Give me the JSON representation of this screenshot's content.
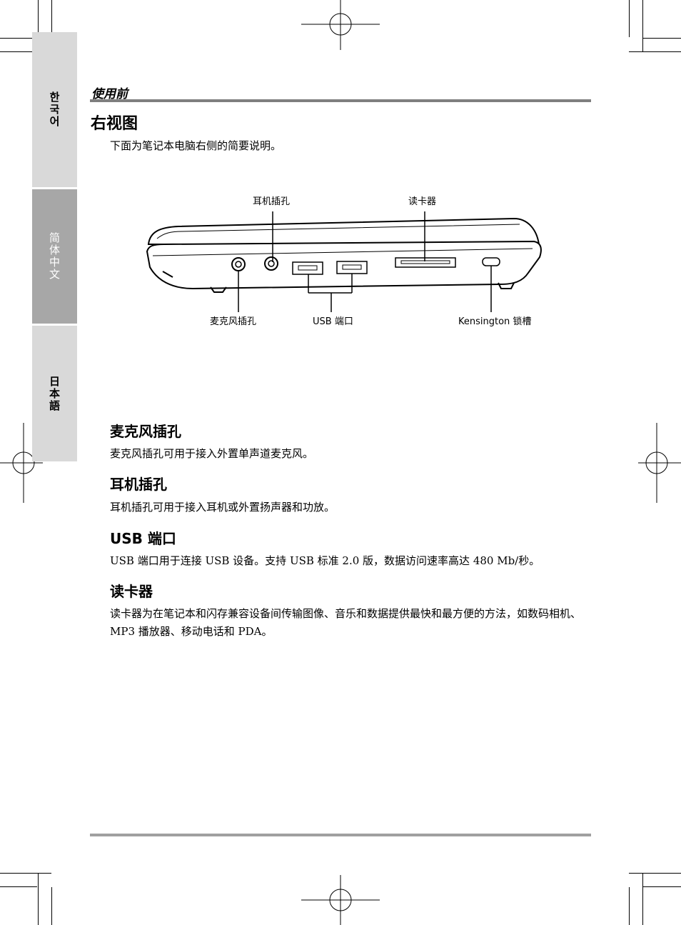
{
  "side_tabs": [
    {
      "label": "한국어",
      "active": false
    },
    {
      "label": "简体中文",
      "active": true
    },
    {
      "label": "日本語",
      "active": false
    }
  ],
  "header": {
    "section": "使用前"
  },
  "page_title": "右视图",
  "intro": "下面为笔记本电脑右侧的简要说明。",
  "diagram": {
    "callouts": {
      "headphone": "耳机插孔",
      "card_reader": "读卡器",
      "mic": "麦克风插孔",
      "usb": "USB 端口",
      "kensington": "Kensington 锁槽"
    }
  },
  "sections": [
    {
      "title": "麦克风插孔",
      "body": "麦克风插孔可用于接入外置单声道麦克风。"
    },
    {
      "title": "耳机插孔",
      "body": "耳机插孔可用于接入耳机或外置扬声器和功放。"
    },
    {
      "title": "USB 端口",
      "body": "USB 端口用于连接 USB 设备。支持 USB 标准 2.0 版，数据访问速率高达 480 Mb/秒。"
    },
    {
      "title": "读卡器",
      "body": "读卡器为在笔记本和闪存兼容设备间传输图像、音乐和数据提供最快和最方便的方法，如数码相机、MP3 播放器、移动电话和 PDA。"
    }
  ],
  "colors": {
    "rule": "#7f7f7f",
    "tab": "#d9d9d9",
    "tab_active": "#a7a7a7"
  }
}
